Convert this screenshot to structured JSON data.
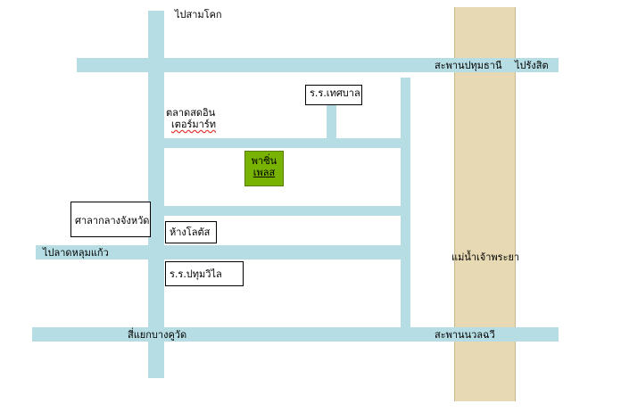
{
  "colors": {
    "road": "#b7dde4",
    "river": "#e6d9b3",
    "river_border": "#c9b98a",
    "highlight": "#77b300"
  },
  "labels": {
    "to_samkhok": "ไปสามโคก",
    "pathum_bridge": "สะพานปทุมธานี",
    "to_rangsit": "ไปรังสิต",
    "to_lat_lum_kaeo": "ไปลาดหลุมแก้ว",
    "bang_khu_wat_junction": "สี่แยกบางคูวัด",
    "nawalchawi_bridge": "สะพานนวลฉวี",
    "river": "แม่น้ำเจ้าพระยา"
  },
  "places": {
    "municipal_school": "ร.ร.เทศบาล",
    "market_line1": "ตลาดสดอิน",
    "market_line2": "เตอร์มาร์ท",
    "pathum_plaza_line1": "พาซิ่น",
    "pathum_plaza_line2": "เพลส",
    "provincial_hall": "ศาลากลางจังหวัด",
    "lotus_store": "ห้างโลตัส",
    "pathum_wilai_school": "ร.ร.ปทุมวิไล"
  }
}
